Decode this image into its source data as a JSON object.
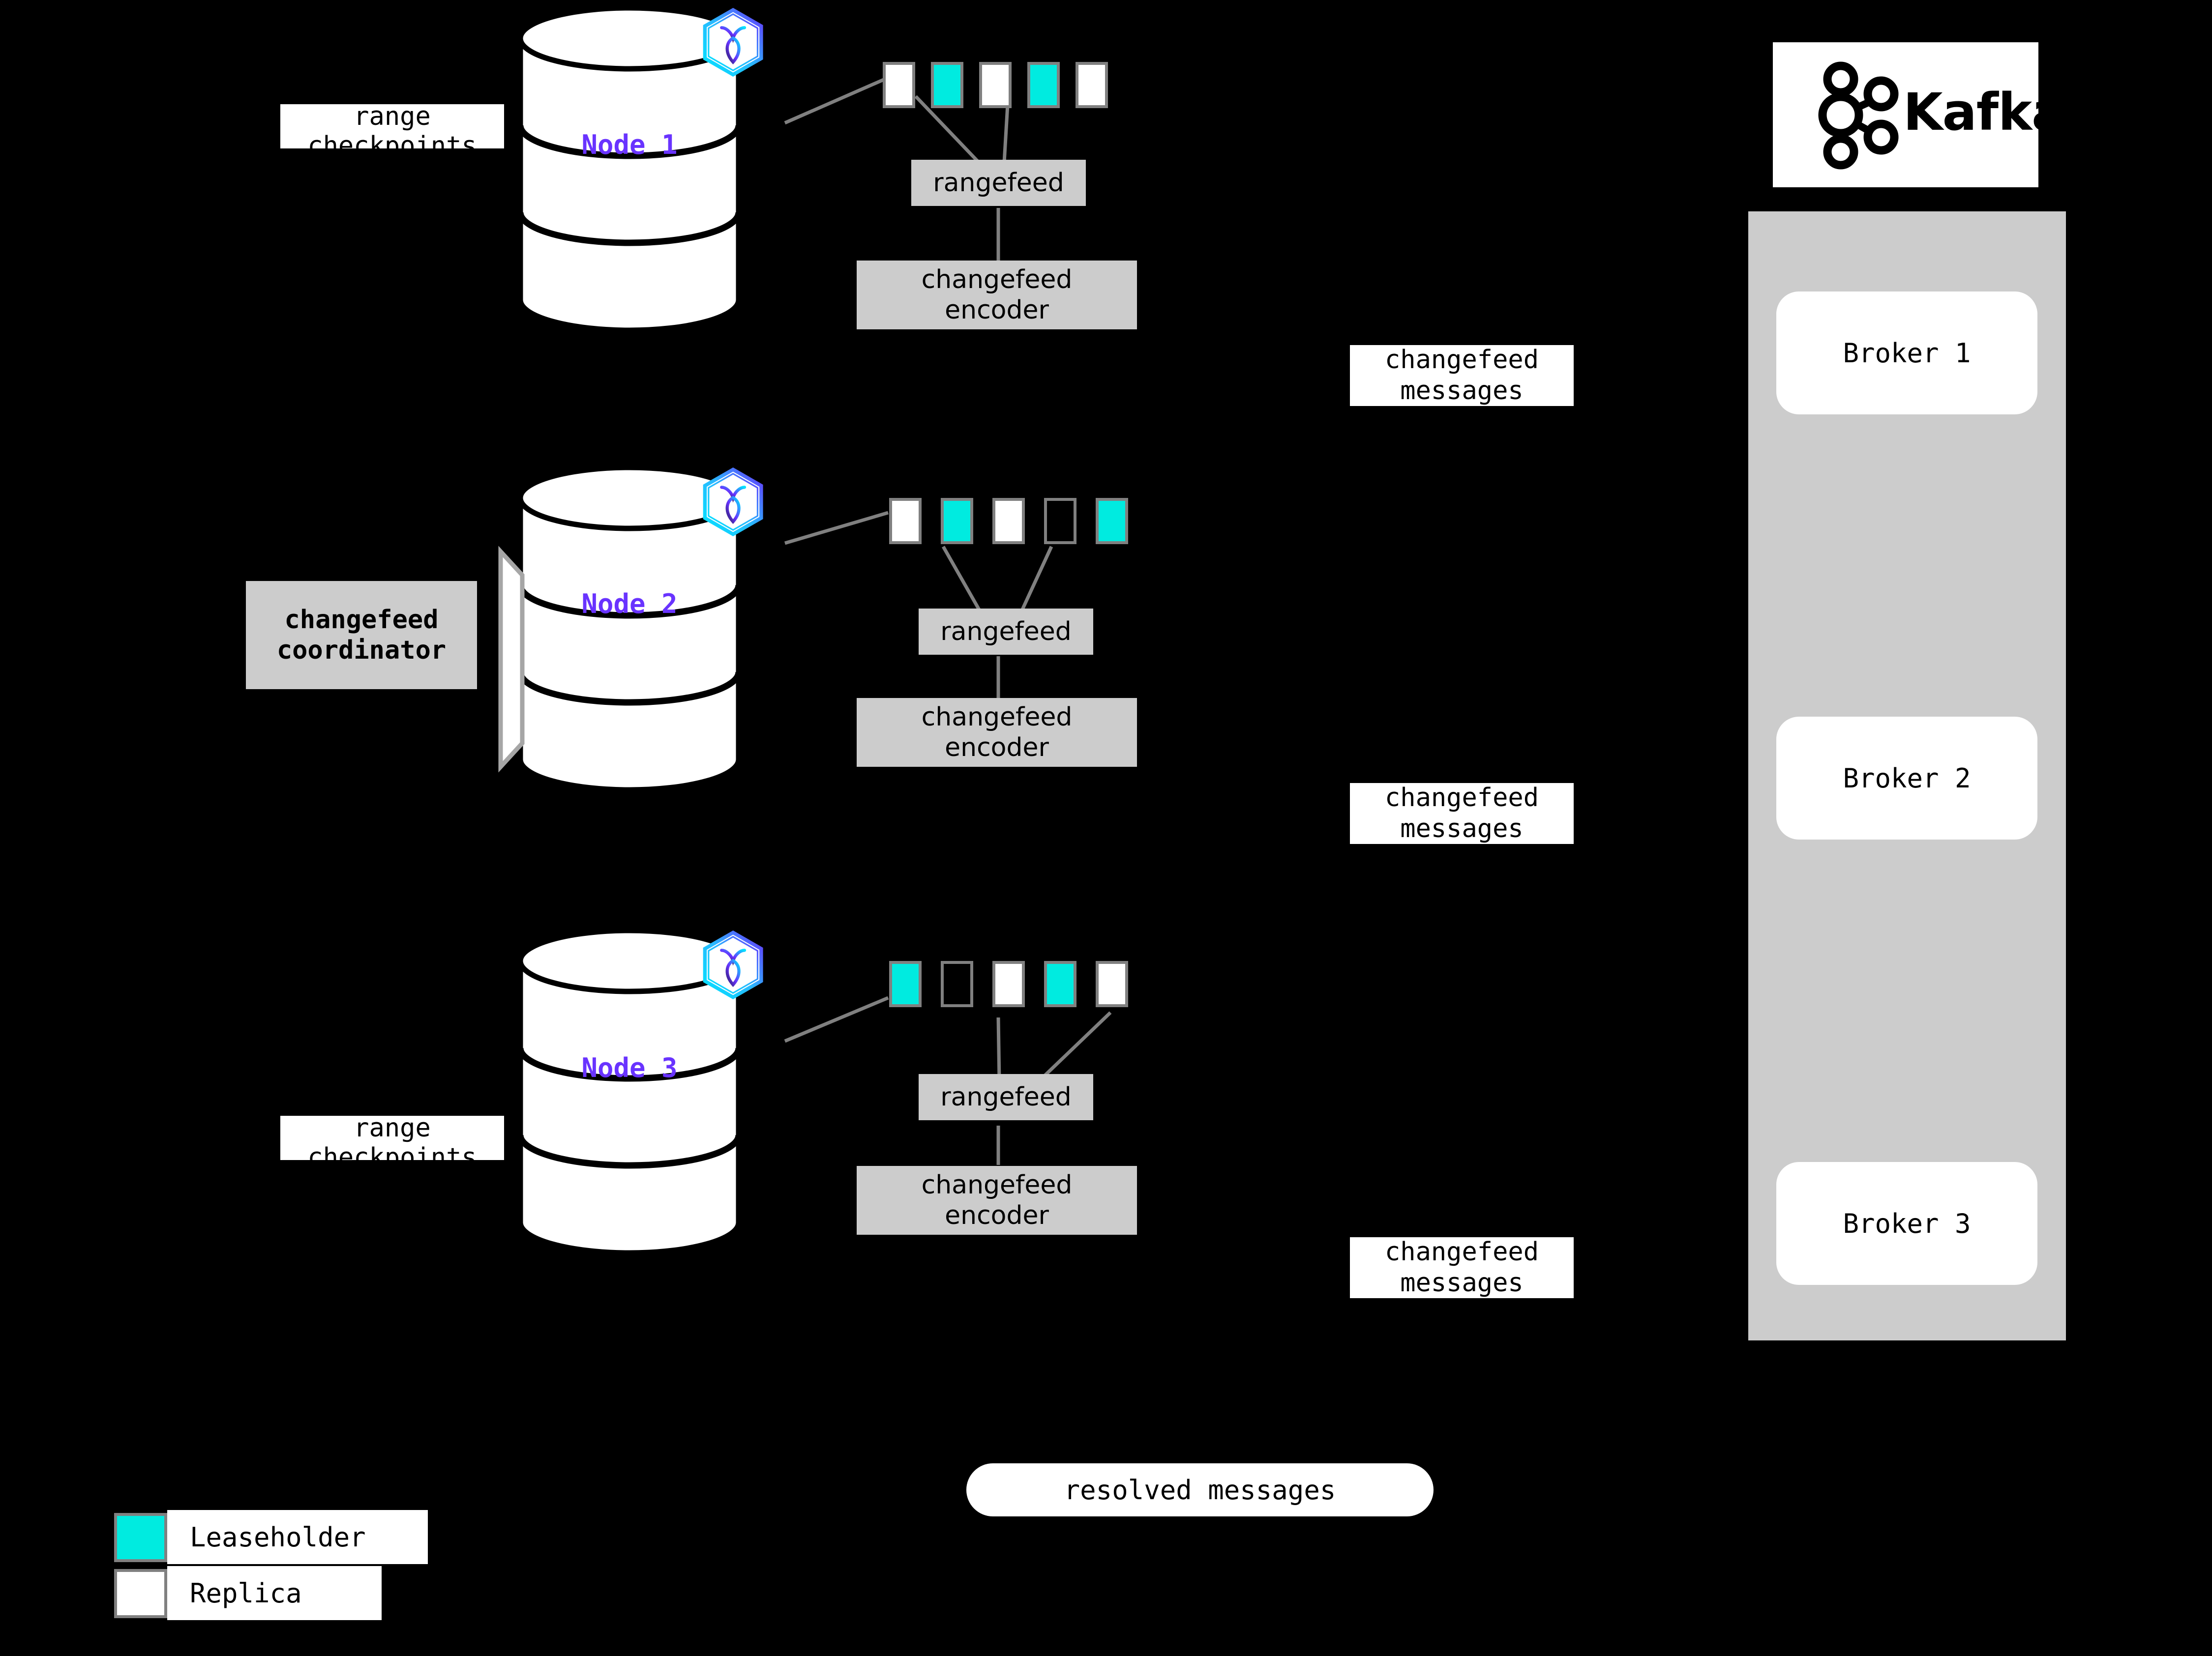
{
  "colors": {
    "background": "#000000",
    "leaseholder": "#00ebe0",
    "replica": "#ffffff",
    "range_border": "#808080",
    "gray_box": "#cccccc",
    "node_label": "#6933ff",
    "connector": "#808080",
    "kafka_panel": "#cccccc"
  },
  "nodes": [
    {
      "label": "Node 1",
      "logo": "cockroachdb-hex-icon",
      "ranges": [
        "replica",
        "leaseholder",
        "replica",
        "leaseholder",
        "replica"
      ],
      "rangefeed": "rangefeed",
      "encoder": "changefeed\nencoder",
      "side_label": "range\ncheckpoints",
      "messages_label": "changefeed\nmessages"
    },
    {
      "label": "Node 2",
      "logo": "cockroachdb-hex-icon",
      "ranges": [
        "replica",
        "leaseholder",
        "replica",
        "empty",
        "leaseholder"
      ],
      "rangefeed": "rangefeed",
      "encoder": "changefeed\nencoder",
      "side_label": "changefeed\ncoordinator",
      "messages_label": "changefeed\nmessages"
    },
    {
      "label": "Node 3",
      "logo": "cockroachdb-hex-icon",
      "ranges": [
        "leaseholder",
        "empty",
        "replica",
        "leaseholder",
        "replica"
      ],
      "rangefeed": "rangefeed",
      "encoder": "changefeed\nencoder",
      "side_label": "range\ncheckpoints",
      "messages_label": "changefeed\nmessages"
    }
  ],
  "kafka": {
    "logo_text": "Kafka",
    "logo_icon": "kafka-logo-icon",
    "brokers": [
      "Broker 1",
      "Broker 2",
      "Broker 3"
    ]
  },
  "resolved": {
    "label": "resolved messages"
  },
  "legend": {
    "items": [
      {
        "swatch": "leaseholder",
        "label": "Leaseholder"
      },
      {
        "swatch": "replica",
        "label": "Replica"
      }
    ]
  },
  "labels": {
    "range_checkpoints_line1": "range",
    "range_checkpoints_line2": "checkpoints",
    "changefeed_coordinator_line1": "changefeed",
    "changefeed_coordinator_line2": "coordinator",
    "rangefeed": "rangefeed",
    "changefeed_encoder_line1": "changefeed",
    "changefeed_encoder_line2": "encoder",
    "changefeed_messages_line1": "changefeed",
    "changefeed_messages_line2": "messages",
    "node1": "Node 1",
    "node2": "Node 2",
    "node3": "Node 3",
    "broker1": "Broker 1",
    "broker2": "Broker 2",
    "broker3": "Broker 3",
    "kafka": "Kafka",
    "resolved_messages": "resolved messages",
    "leaseholder": "Leaseholder",
    "replica": "Replica"
  }
}
